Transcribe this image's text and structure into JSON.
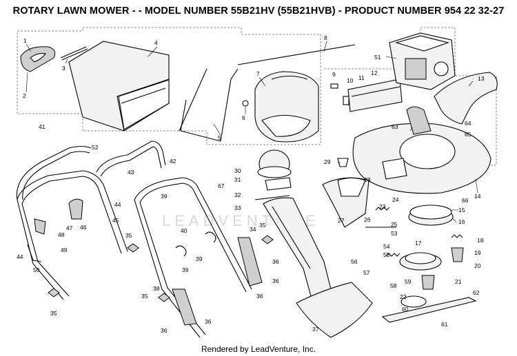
{
  "title": "ROTARY LAWN MOWER - - MODEL NUMBER 55B21HV (55B21HVB) - PRODUCT NUMBER 954 22 32-27",
  "watermark": "LEADVENTURE",
  "footer": "Rendered by LeadVenture, Inc.",
  "labels": [
    "1",
    "2",
    "3",
    "4",
    "5",
    "6",
    "7",
    "8",
    "9",
    "10",
    "11",
    "12",
    "13",
    "14",
    "15",
    "16",
    "17",
    "18",
    "19",
    "20",
    "21",
    "22",
    "23",
    "24",
    "25",
    "26",
    "27",
    "28",
    "29",
    "30",
    "31",
    "32",
    "33",
    "34",
    "35",
    "35",
    "35",
    "35",
    "36",
    "36",
    "36",
    "36",
    "36",
    "37",
    "38",
    "39",
    "39",
    "39",
    "40",
    "41",
    "42",
    "43",
    "44",
    "44",
    "45",
    "46",
    "47",
    "48",
    "49",
    "50",
    "51",
    "52",
    "53",
    "54",
    "55",
    "56",
    "57",
    "58",
    "59",
    "60",
    "61",
    "62",
    "63",
    "64",
    "65",
    "66",
    "67"
  ]
}
